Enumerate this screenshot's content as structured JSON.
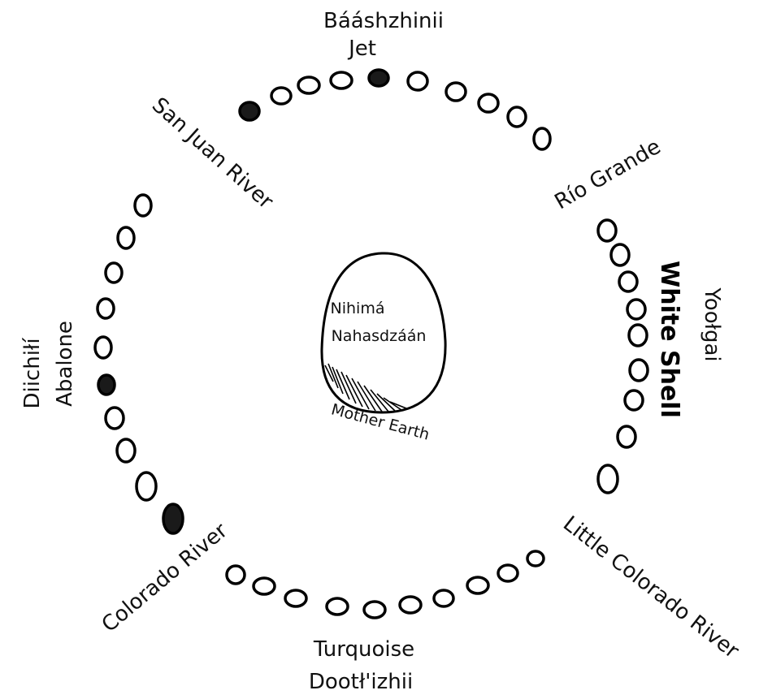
{
  "north": {
    "native_name": "Bááshzhinii",
    "english_name": "Jet"
  },
  "east": {
    "native_name": "Yoołgai",
    "english_name": "White Shell"
  },
  "south": {
    "english_name": "Turquoise",
    "native_name": "Dootł'izhii"
  },
  "west": {
    "native_name": "Diichiłí",
    "english_name": "Abalone"
  },
  "rivers": {
    "northwest": "San Juan River",
    "northeast": "Río Grande",
    "southeast": "Little Colorado River",
    "southwest": "Colorado River"
  },
  "center": {
    "line1": "Nihimá",
    "line2": "Nahasdzáán",
    "caption": "Mother Earth"
  },
  "colors": {
    "ink": "#000000",
    "paper": "#ffffff"
  }
}
